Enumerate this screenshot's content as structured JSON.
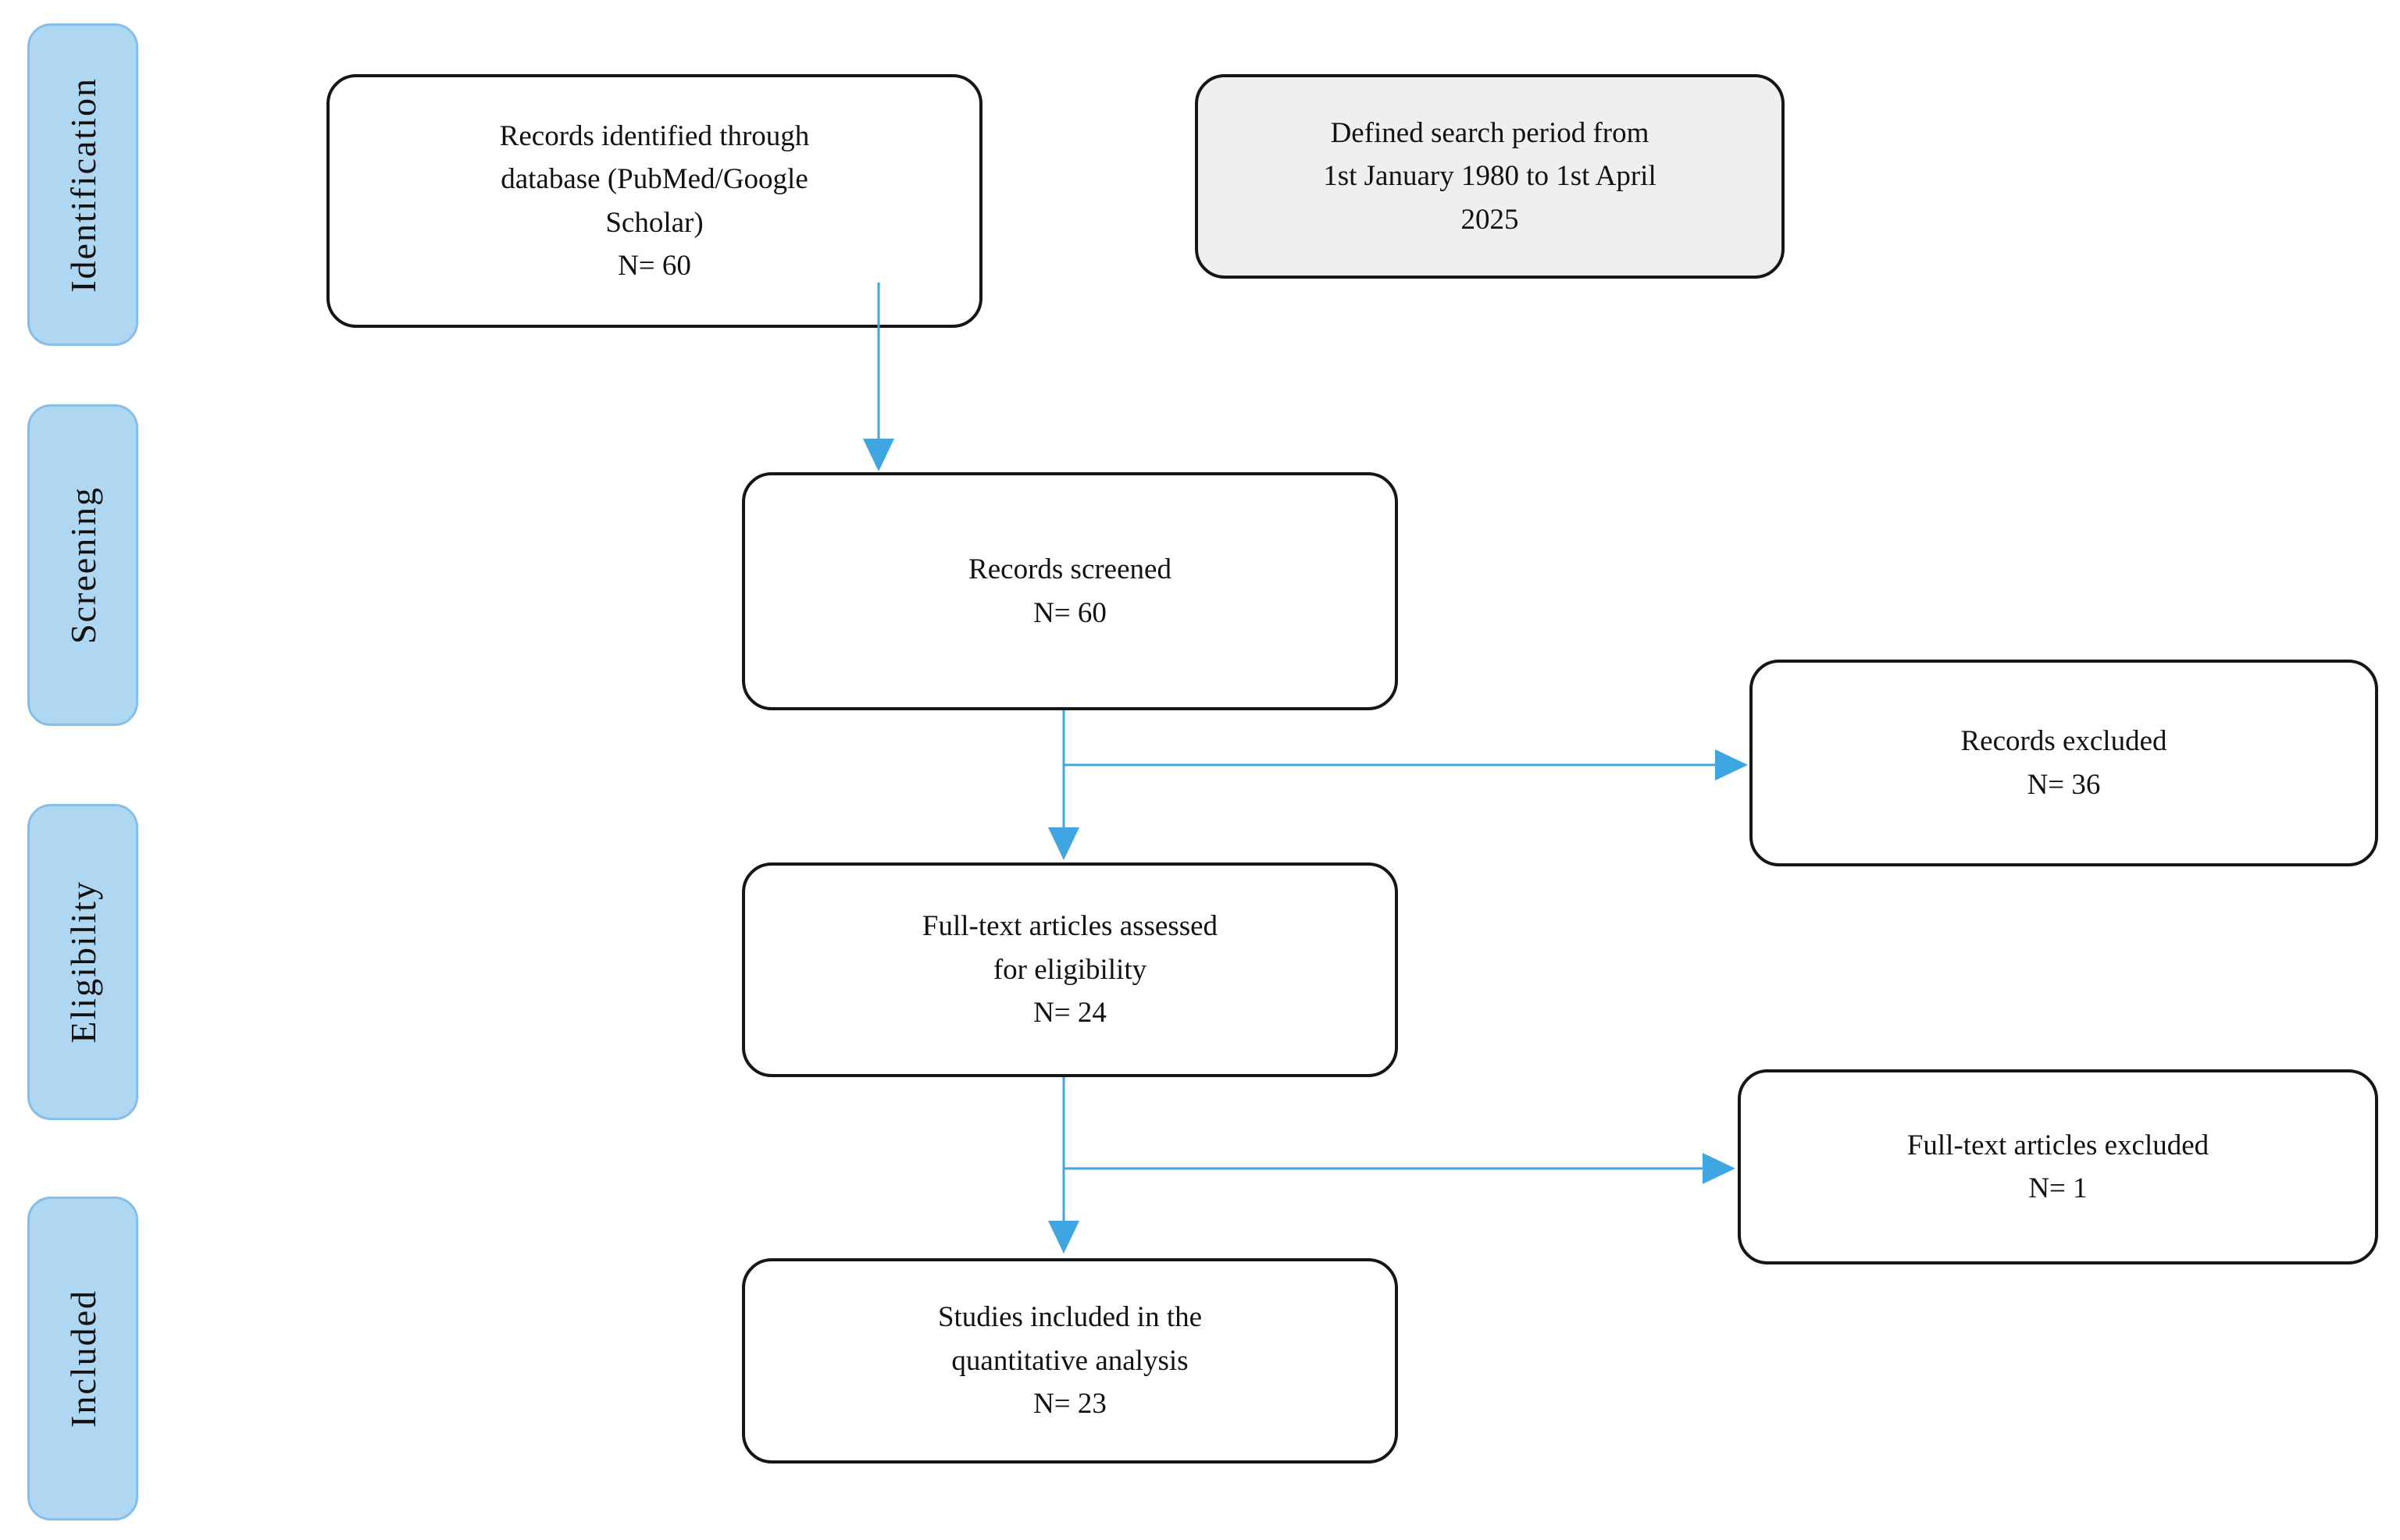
{
  "diagram_type": "prisma-flowchart",
  "sidebar": {
    "stages": [
      {
        "label": "Identification"
      },
      {
        "label": "Screening"
      },
      {
        "label": "Eligibility"
      },
      {
        "label": "Included"
      }
    ]
  },
  "nodes": {
    "identified": {
      "label": "Records identified through\ndatabase (PubMed/Google\nScholar)",
      "count_label": "N= 60",
      "n": 60
    },
    "search_period": {
      "label": "Defined search period from\n1st January 1980 to 1st April\n2025"
    },
    "screened": {
      "label": "Records screened",
      "count_label": "N= 60",
      "n": 60
    },
    "records_excluded": {
      "label": "Records excluded",
      "count_label": "N= 36",
      "n": 36
    },
    "assessed": {
      "label": "Full-text articles assessed\nfor eligibility",
      "count_label": "N= 24",
      "n": 24
    },
    "fulltext_excluded": {
      "label": "Full-text articles excluded",
      "count_label": "N= 1",
      "n": 1
    },
    "included_studies": {
      "label": "Studies included in the\nquantitative analysis",
      "count_label": "N= 23",
      "n": 23
    }
  },
  "edges": [
    {
      "from": "identified",
      "to": "screened"
    },
    {
      "from": "screened",
      "to": "records_excluded"
    },
    {
      "from": "screened",
      "to": "assessed"
    },
    {
      "from": "assessed",
      "to": "fulltext_excluded"
    },
    {
      "from": "assessed",
      "to": "included_studies"
    }
  ],
  "colors": {
    "stage_fill": "#AFD7F2",
    "stage_border": "#85BEE8",
    "arrow": "#3FA6E2",
    "node_border": "#161616",
    "search_period_fill": "#EFEFEF",
    "text": "#121212"
  }
}
